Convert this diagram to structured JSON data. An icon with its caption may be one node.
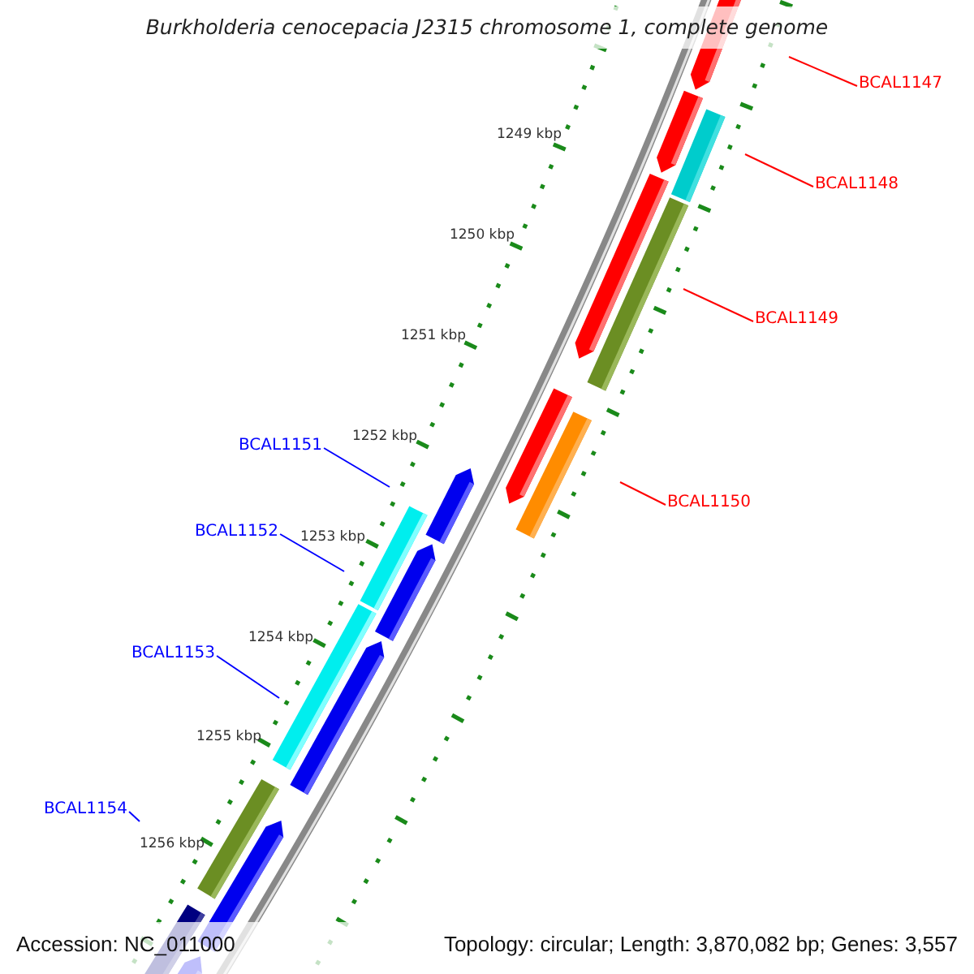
{
  "diagram": {
    "title": "Burkholderia cenocepacia J2315 chromosome 1, complete genome",
    "nodes": [
      {
        "text": [
          "BCAL1147"
        ]
      },
      {
        "text": [
          "BCAL1148"
        ]
      },
      {
        "text": [
          "BCAL1149"
        ]
      },
      {
        "text": [
          "BCAL1150"
        ]
      },
      {
        "text": [
          "BCAL1151"
        ]
      },
      {
        "text": [
          "BCAL1152"
        ]
      },
      {
        "text": [
          "BCAL1153"
        ]
      },
      {
        "text": [
          "BCAL1154"
        ]
      }
    ],
    "edges": [
      {
        "from": 0,
        "to": null,
        "arrow": "none",
        "color": "#ff0000"
      },
      {
        "from": 1,
        "to": null,
        "arrow": "none",
        "color": "#ff0000"
      },
      {
        "from": 2,
        "to": null,
        "arrow": "none",
        "color": "#ff0000"
      },
      {
        "from": 3,
        "to": null,
        "arrow": "none",
        "color": "#ff0000"
      },
      {
        "from": 4,
        "to": null,
        "arrow": "none",
        "color": "#0000ff"
      },
      {
        "from": 5,
        "to": null,
        "arrow": "none",
        "color": "#0000ff"
      },
      {
        "from": 6,
        "to": null,
        "arrow": "none",
        "color": "#0000ff"
      },
      {
        "from": 7,
        "to": null,
        "arrow": "none",
        "color": "#0000ff"
      }
    ],
    "labels": [
      "1249 kbp",
      "1250 kbp",
      "1251 kbp",
      "1252 kbp",
      "1253 kbp",
      "1254 kbp",
      "1255 kbp",
      "1256 kbp",
      "Accession: NC_011000",
      "Topology: circular; Length: 3,870,082 bp; Genes: 3,557"
    ]
  }
}
